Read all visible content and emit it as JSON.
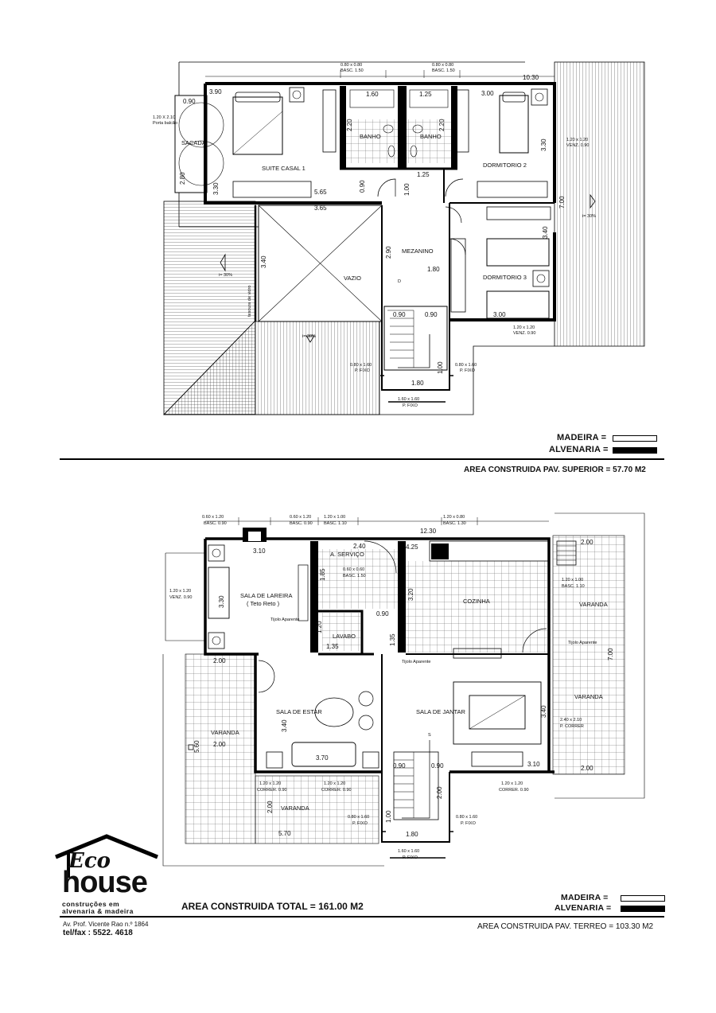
{
  "upper": {
    "rooms": {
      "suite": "SUITE CASAL 1",
      "sacada": "SACADA",
      "banho1": "BANHO",
      "banho2": "BANHO",
      "dorm2": "DORMITORIO 2",
      "dorm3": "DORMITORIO 3",
      "mezanino": "MEZANINO",
      "vazio": "VAZIO"
    },
    "dims": {
      "top_total": "10.30",
      "suite_w": "3.90",
      "sacada_w": "0.90",
      "banho1_w": "1.60",
      "banho2_w": "1.25",
      "dorm2_w": "3.00",
      "suite_bottom": "5.65",
      "vazio_w": "3.65",
      "hall_w": "1.25",
      "suite_h": "3.30",
      "sacada_h": "2.80",
      "banho1_h": "2.20",
      "banho2_h": "2.20",
      "dorm2_h": "3.30",
      "right_h": "7.00",
      "vazio_h": "3.40",
      "mez_h": "2.90",
      "mez_w": "1.80",
      "dorm3_h": "3.40",
      "dorm3_w": "3.00",
      "stair_a": "0.90",
      "stair_b": "0.90",
      "door_a": "0.90",
      "door_b": "1.00",
      "stair_h": "1.00",
      "stair_w": "1.80"
    },
    "windows": {
      "basc1": "0.80 x 0.80",
      "basc1_sub": "BASC. 1.50",
      "basc2": "0.80 x 0.80",
      "basc2_sub": "BASC. 1.50",
      "sacada_door": "1.20 X 2.10",
      "sacada_door_sub": "Porta balcão",
      "venz_right": "1.20 x 1.20",
      "venz_right_sub": "VENZ. 0.90",
      "venz_dorm3": "1.20 x 1.20",
      "venz_dorm3_sub": "VENZ. 0.90",
      "fixo_left": "0.80 x 1.60",
      "fixo_left_sub": "P. FIXO",
      "fixo_right": "0.80 x 1.60",
      "fixo_right_sub": "P. FIXO",
      "fixo_bottom": "1.60 x 1.60",
      "fixo_bottom_sub": "P. FIXO"
    },
    "roof": {
      "slope_left": "i= 30%",
      "slope_right": "i= 30%",
      "slope_bottom": "i= 30%",
      "tesoura": "tesoura de vidro"
    },
    "stair_mark": "D"
  },
  "legend_upper": {
    "madeira": "MADEIRA =",
    "alvenaria": "ALVENARIA ="
  },
  "area_upper": "AREA CONSTRUIDA PAV. SUPERIOR  = 57.70 M2",
  "ground": {
    "rooms": {
      "lareira": "SALA DE LAREIRA",
      "lareira_sub": "( Teto Reto )",
      "servico": "A. SERVIÇO",
      "cozinha": "COZINHA",
      "lavabo": "LAVABO",
      "estar": "SALA DE ESTAR",
      "jantar": "SALA DE JANTAR",
      "varanda_right1": "VARANDA",
      "varanda_right2": "VARANDA",
      "varanda_left": "VARANDA",
      "varanda_bottom": "VARANDA"
    },
    "dims": {
      "lareira_w": "3.10",
      "servico_w": "2.40",
      "cozinha_w": "12.30",
      "cozinha_x": "4.25",
      "cozinha_h": "3.20",
      "lareira_h": "3.30",
      "servico_h": "1.85",
      "lavabo_h": "1.20",
      "lavabo_w": "1.35",
      "lavabo_door": "0.90",
      "hall_h": "1.35",
      "estar_w": "3.70",
      "estar_h": "3.40",
      "jantar_h": "3.40",
      "jantar_w": "3.10",
      "left_var_w": "2.00",
      "left_var_w2": "2.00",
      "left_var_h": "5.60",
      "bottom_var_h": "2.00",
      "bottom_var_w": "5.70",
      "right_var_top": "2.00",
      "right_var_bot": "2.00",
      "right_var_h": "7.00",
      "stair_a": "0.90",
      "stair_b": "0.90",
      "stair_h": "2.00",
      "stair_h2": "1.00",
      "stair_w": "1.80"
    },
    "windows": {
      "basc_lar": "0.60 x 1.20",
      "basc_lar_sub": "BASC. 0.90",
      "basc_lar2": "0.60 x 1.20",
      "basc_lar2_sub": "BASC. 0.90",
      "basc_serv": "1.20 x 1.00",
      "basc_serv_sub": "BASC. 1.10",
      "basc_coz": "1.20 x 0.80",
      "basc_coz_sub": "BASC. 1.30",
      "basc_lav": "0.60 x 0.60",
      "basc_lav_sub": "BASC. 1.50",
      "venz_lar": "1.20 x 1.20",
      "venz_lar_sub": "VENZ. 0.90",
      "basc_var": "1.20 x 1.00",
      "basc_var_sub": "BASC. 1.10",
      "correr_jantar": "2.40 x 2.10",
      "correr_jantar_sub": "P. CORRER",
      "correr_estar1": "1.20 x 1.20",
      "correr_estar1_sub": "CORRER. 0.90",
      "correr_estar2": "1.20 x 1.20",
      "correr_estar2_sub": "CORRER. 0.90",
      "correr_jantar2": "1.20 x 1.20",
      "correr_jantar2_sub": "CORRER. 0.90",
      "fixo_left": "0.80 x 1.60",
      "fixo_left_sub": "P. FIXO",
      "fixo_right": "0.80 x 1.60",
      "fixo_right_sub": "P. FIXO",
      "fixo_bottom": "1.60 x 1.60",
      "fixo_bottom_sub": "P. FIXO"
    },
    "notes": {
      "tijolo1": "Tijolo Aparente",
      "tijolo2": "Tijolo Aparente",
      "tijolo3": "Tijolo Aparente"
    },
    "stair_mark": "S"
  },
  "logo": {
    "eco": "Eco",
    "house": "house",
    "tagline1": "construções em",
    "tagline2": "alvenaria & madeira"
  },
  "area_total": "AREA CONSTRUIDA TOTAL = 161.00 M2",
  "legend_ground": {
    "madeira": "MADEIRA =",
    "alvenaria": "ALVENARIA ="
  },
  "area_ground": "AREA CONSTRUIDA  PAV. TERREO = 103.30 M2",
  "address": "Av. Prof. Vicente Rao n.º 1864",
  "phone": "tel/fax : 5522. 4618"
}
